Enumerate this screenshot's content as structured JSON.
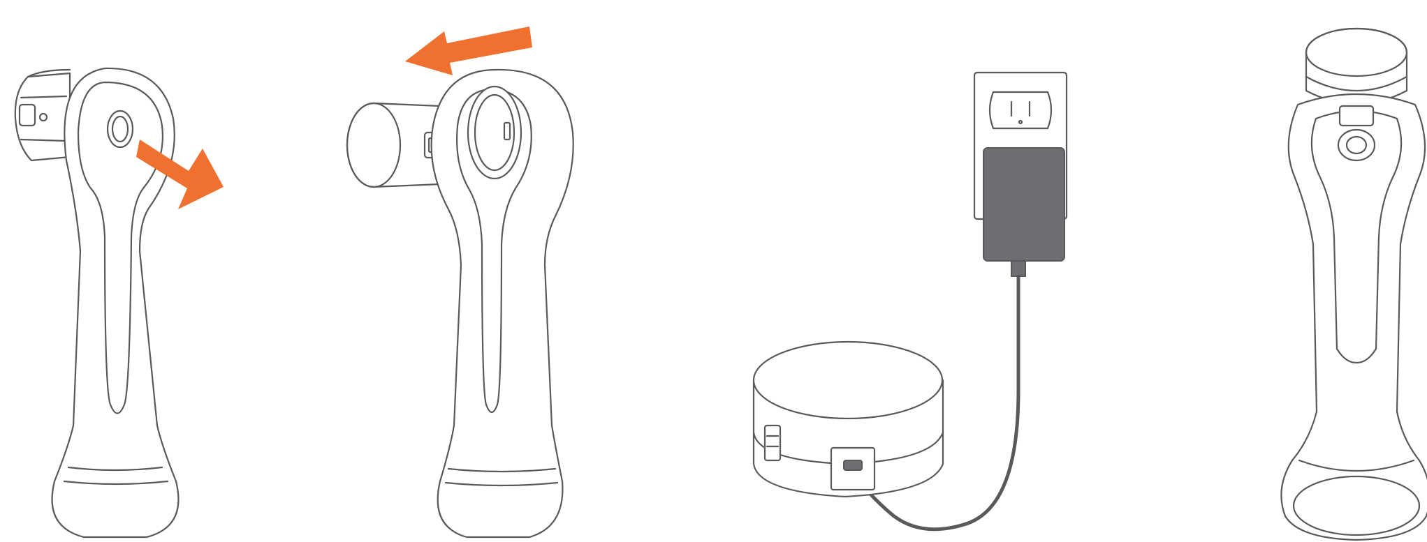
{
  "colors": {
    "accent": "#f07030",
    "line": "#58595b",
    "dark": "#6d6e71",
    "background": "#ffffff"
  },
  "steps": [
    {
      "id": "press-button",
      "icon": "arrow-pointing-at-release-button-icon"
    },
    {
      "id": "remove-head",
      "icon": "arrow-pointing-away-icon"
    },
    {
      "id": "plug-in-charger",
      "icon": "wall-outlet-icon"
    },
    {
      "id": "dock-device",
      "icon": "device-on-charger-icon"
    }
  ]
}
